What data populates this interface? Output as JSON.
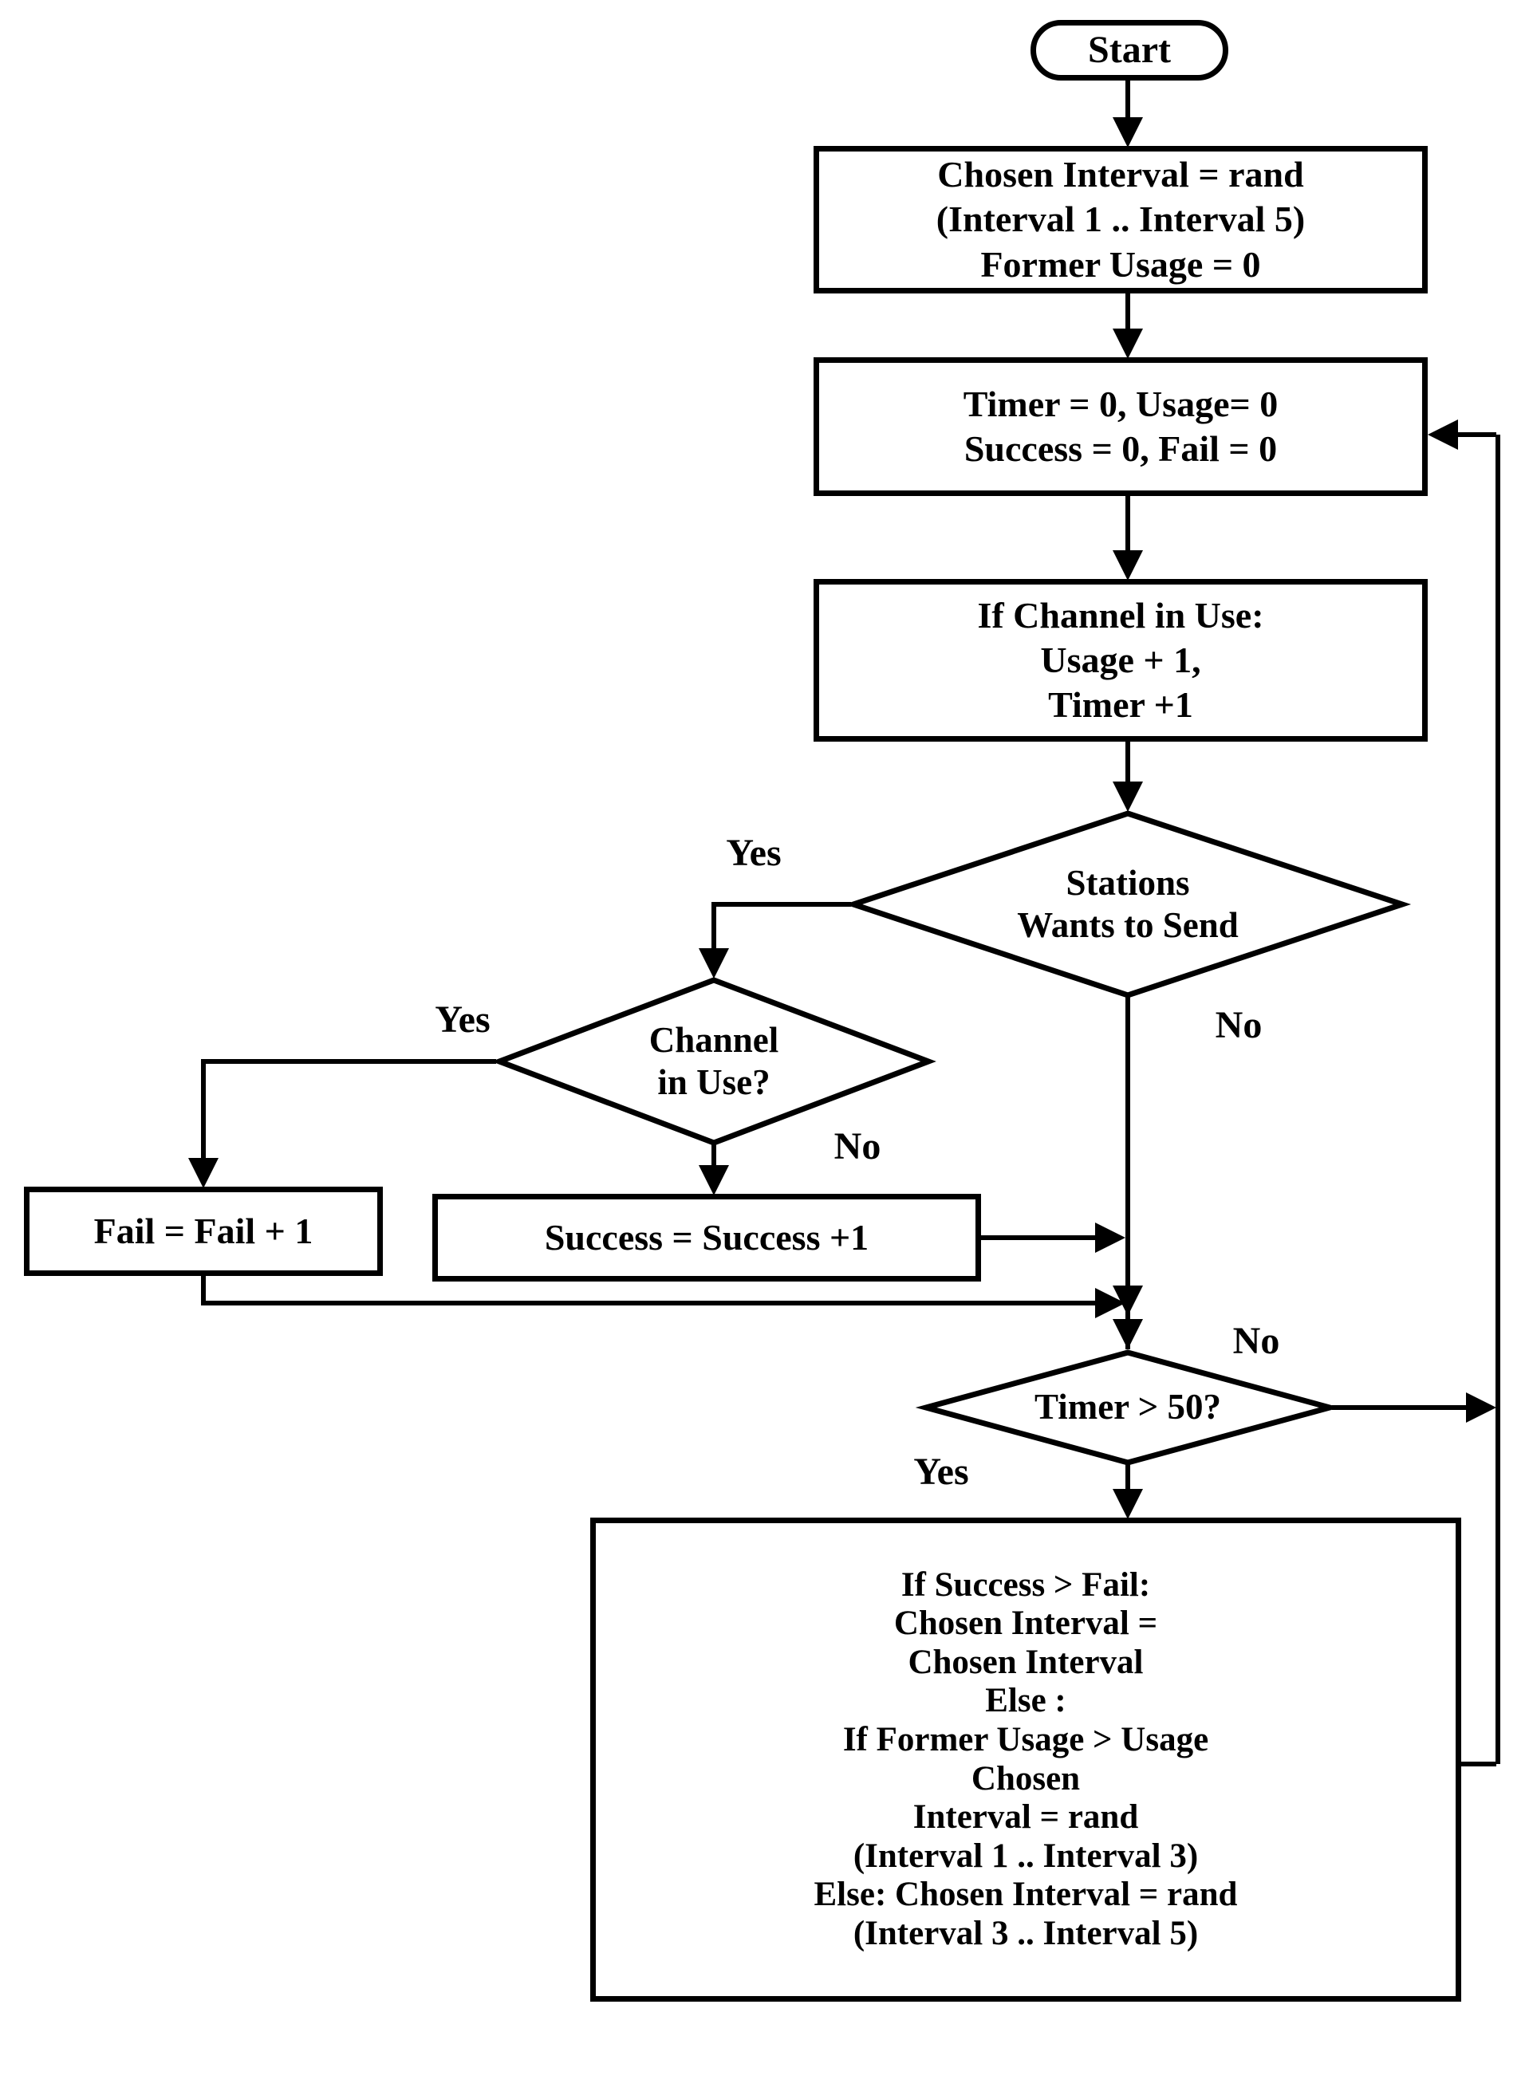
{
  "flowchart": {
    "background_color": "#ffffff",
    "line_color": "#000000",
    "start": {
      "label": "Start"
    },
    "init_box": {
      "lines": [
        "Chosen Interval = rand",
        "(Interval 1 .. Interval 5)",
        "Former Usage = 0"
      ]
    },
    "reset_box": {
      "lines": [
        "Timer = 0, Usage= 0",
        "Success = 0, Fail = 0"
      ]
    },
    "channel_usage_box": {
      "lines": [
        "If Channel in Use:",
        "Usage + 1,",
        "Timer +1"
      ]
    },
    "stations_decision": {
      "lines": [
        "Stations",
        "Wants to Send"
      ]
    },
    "channel_decision": {
      "lines": [
        "Channel",
        "in Use?"
      ]
    },
    "fail_box": {
      "label": "Fail = Fail + 1"
    },
    "success_box": {
      "label": "Success = Success +1"
    },
    "timer_decision": {
      "label": "Timer > 50?"
    },
    "update_box": {
      "lines": [
        "If Success > Fail:",
        "Chosen Interval =",
        "Chosen Interval",
        "Else :",
        "If Former Usage > Usage",
        "Chosen",
        "Interval = rand",
        "(Interval 1 .. Interval 3)",
        "Else: Chosen Interval = rand",
        "(Interval 3 .. Interval 5)"
      ]
    },
    "labels": {
      "stations_yes": "Yes",
      "stations_no": "No",
      "channel_yes": "Yes",
      "channel_no": "No",
      "timer_yes": "Yes",
      "timer_no": "No"
    }
  }
}
